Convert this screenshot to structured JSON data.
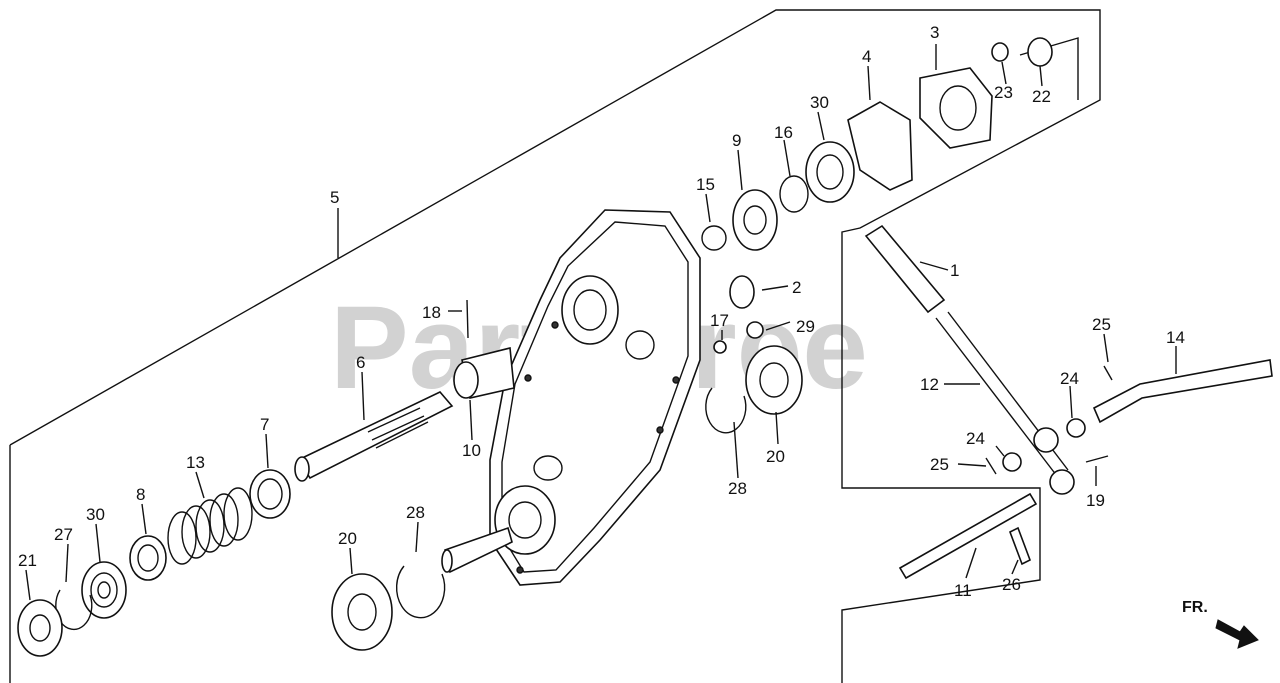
{
  "watermark": "PartsTree",
  "direction_label": "FR.",
  "callouts": [
    {
      "id": "c1",
      "label": "1"
    },
    {
      "id": "c2",
      "label": "2"
    },
    {
      "id": "c3",
      "label": "3"
    },
    {
      "id": "c4",
      "label": "4"
    },
    {
      "id": "c5",
      "label": "5"
    },
    {
      "id": "c6",
      "label": "6"
    },
    {
      "id": "c7",
      "label": "7"
    },
    {
      "id": "c8",
      "label": "8"
    },
    {
      "id": "c9",
      "label": "9"
    },
    {
      "id": "c10",
      "label": "10"
    },
    {
      "id": "c11",
      "label": "11"
    },
    {
      "id": "c12",
      "label": "12"
    },
    {
      "id": "c13",
      "label": "13"
    },
    {
      "id": "c14",
      "label": "14"
    },
    {
      "id": "c15",
      "label": "15"
    },
    {
      "id": "c16",
      "label": "16"
    },
    {
      "id": "c17",
      "label": "17"
    },
    {
      "id": "c18",
      "label": "18"
    },
    {
      "id": "c19",
      "label": "19"
    },
    {
      "id": "c20a",
      "label": "20"
    },
    {
      "id": "c20b",
      "label": "20"
    },
    {
      "id": "c21",
      "label": "21"
    },
    {
      "id": "c22",
      "label": "22"
    },
    {
      "id": "c23",
      "label": "23"
    },
    {
      "id": "c24a",
      "label": "24"
    },
    {
      "id": "c24b",
      "label": "24"
    },
    {
      "id": "c25a",
      "label": "25"
    },
    {
      "id": "c25b",
      "label": "25"
    },
    {
      "id": "c26",
      "label": "26"
    },
    {
      "id": "c27",
      "label": "27"
    },
    {
      "id": "c28a",
      "label": "28"
    },
    {
      "id": "c28b",
      "label": "28"
    },
    {
      "id": "c29",
      "label": "29"
    },
    {
      "id": "c30a",
      "label": "30"
    },
    {
      "id": "c30b",
      "label": "30"
    }
  ]
}
